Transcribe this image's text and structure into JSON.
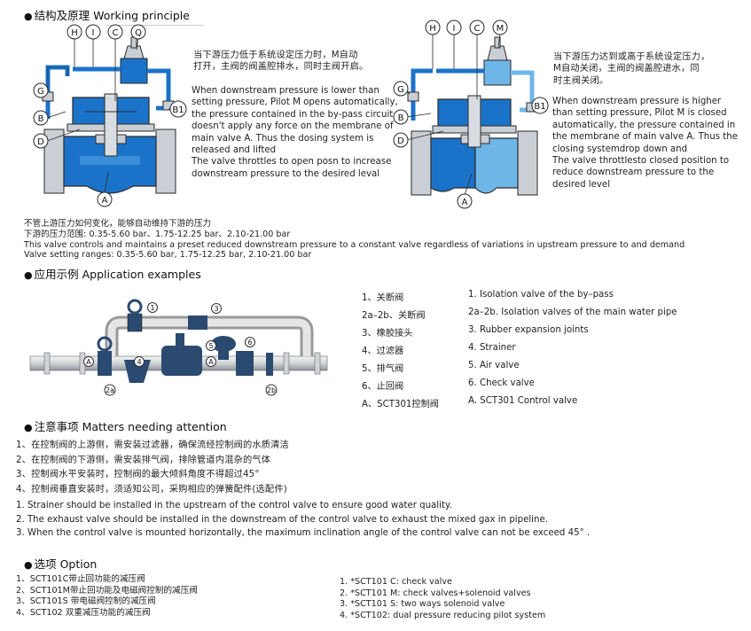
{
  "sections": {
    "working": "结构及原理 Working principle",
    "application": "应用示例 Application examples",
    "attention": "注意事项 Matters needing attention",
    "option": "选项 Option"
  },
  "diagram_labels": {
    "left": [
      "H",
      "I",
      "C",
      "Q",
      "G",
      "B",
      "D",
      "B1",
      "A"
    ],
    "right": [
      "H",
      "I",
      "C",
      "M",
      "G",
      "B",
      "D",
      "B1",
      "A"
    ]
  },
  "left_desc": {
    "cn": [
      "当下游压力低于系统设定压力时，M自动",
      "打开，主阀的阀盖腔排水，同时主阀开启。"
    ],
    "en": [
      "When downstream pressure is lower than",
      "setting pressure, Pilot M opens automatically,",
      "the pressure contained in the by-pass circuit",
      "doesn't apply any force on the membrane of",
      "main valve A. Thus the dosing system is",
      "released and lifted",
      "The valve throttles to open posn to increase",
      "downstream pressure to the desired leval"
    ]
  },
  "right_desc": {
    "cn": [
      "当下游压力达到或高于系统设定压力，",
      "M自动关闭，主阀的阀盖腔进水，同",
      "时主阀关闭。"
    ],
    "en": [
      "When downstream pressure is higher",
      "than setting pressure, Pilot M is closed",
      "automatically, the pressure contained in",
      "the membrane of main valve A. Thus the",
      "closing systemdrop down and",
      "The valve throttlesto closed position to",
      "reduce downstream pressure to the",
      "desired level"
    ]
  },
  "summary": [
    "不管上游压力如何变化，能够自动维持下游的压力",
    "下游的压力范围: 0.35-5.60 bar、1.75-12.25 bar、2.10-21.00 bar",
    "This valve controls and maintains a preset reduced downstream pressure to a constant valve regardless of variations in upstream pressure to and demand",
    "Valve setting ranges: 0.35-5.60 bar, 1.75-12.25 bar, 2.10-21.00 bar"
  ],
  "legend": [
    {
      "cn": "1、关断阀",
      "en": "1. Isolation valve of the by–pass"
    },
    {
      "cn": "2a–2b、关断阀",
      "en": "2a–2b. Isolation valves of the main water pipe"
    },
    {
      "cn": "3、橡胶接头",
      "en": "3. Rubber expansion joints"
    },
    {
      "cn": "4、过滤器",
      "en": "4. Strainer"
    },
    {
      "cn": "5、排气阀",
      "en": "5. Air valve"
    },
    {
      "cn": "6、止回阀",
      "en": "6. Check valve"
    },
    {
      "cn": "A、SCT301控制阀",
      "en": "A. SCT301 Control valve"
    }
  ],
  "app_labels": [
    "1",
    "3",
    "4",
    "5",
    "6",
    "A",
    "2a",
    "2b",
    "A"
  ],
  "attention_cn": [
    "1、在控制阀的上游侧，需安装过滤器，确保流经控制阀的水质清洁",
    "2、在控制阀的下游侧，需安装排气阀，排除管道内混杂的气体",
    "3、控制阀水平安装时，控制阀的最大倾斜角度不得超过45°",
    "4、控制阀垂直安装时，须适知公司，采购相应的弹簧配件(选配件)"
  ],
  "attention_en": [
    "1. Strainer should be installed in the upstream of the control valve to ensure good water quality.",
    "2. The exhaust valve should be installed in the downstream of the control valve to exhaust the mixed gax in pipeline.",
    "3. When the control valve is mounted horizontally, the maximum inclination angle of the control valve can not be exceed 45°  ."
  ],
  "option_cn": [
    "1、SCT101C带止回功能的减压阀",
    "2、SCT101M带止回功能及电磁阀控制的减压阀",
    "3、SCT101S 带电磁阀控制的减压阀",
    "4、SCT102 双重减压功能的减压阀"
  ],
  "option_en": [
    "1. *SCT101 C: check valve",
    "2. *SCT101 M: check valves+solenoid valves",
    "3. *SCT101 S: two ways solenoid valve",
    "4. *SCT102: dual pressure reducing pilot system"
  ],
  "colors": {
    "water_dark": "#1b73c9",
    "water_light": "#6fb6e8",
    "metal": "#c9cfd4",
    "outline": "#2a2a2a"
  }
}
